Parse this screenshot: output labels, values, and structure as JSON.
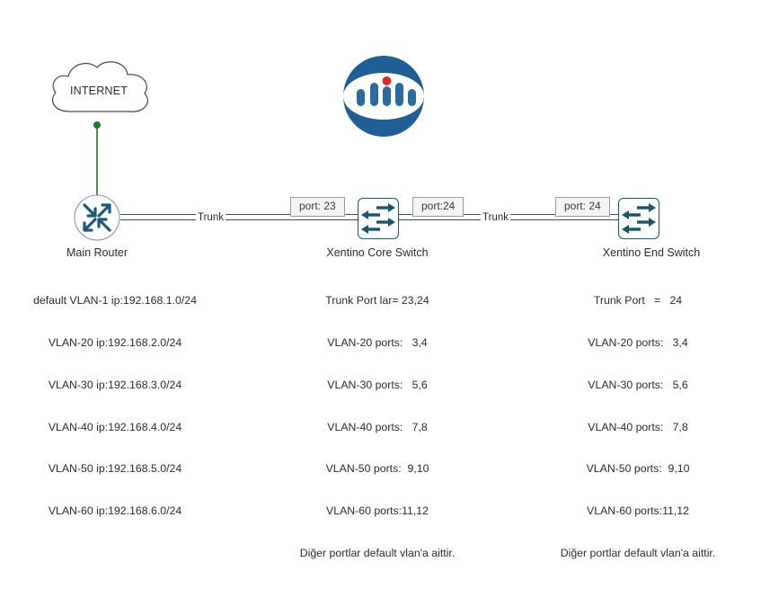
{
  "diagram": {
    "title": "VLAN Network Topology",
    "colors": {
      "logo_blue": "#1f5f96",
      "logo_dot_red": "#e0292b",
      "switch_teal": "#17566e",
      "link_green": "#1d7a1d",
      "trunk_gray": "#3c4a63",
      "badge_bg": "#f4f4f4",
      "badge_border": "#9a9a9a",
      "cloud_stroke": "#4a4a4a",
      "text": "#2b2b2b"
    }
  },
  "cloud": {
    "label": "INTERNET",
    "icon": "cloud-icon"
  },
  "logo": {
    "icon": "xentino-logo-icon",
    "bar_count": 5,
    "has_red_dot": true
  },
  "router": {
    "icon": "router-icon",
    "caption": "Main Router",
    "info_lines": [
      "default VLAN-1 ip:192.168.1.0/24",
      "VLAN-20 ip:192.168.2.0/24",
      "VLAN-30 ip:192.168.3.0/24",
      "VLAN-40 ip:192.168.4.0/24",
      "VLAN-50 ip:192.168.5.0/24",
      "VLAN-60 ip:192.168.6.0/24"
    ]
  },
  "core_switch": {
    "icon": "switch-icon",
    "caption": "Xentino Core Switch",
    "info_lines": [
      "Trunk Port lar= 23,24",
      "VLAN-20 ports:   3,4",
      "VLAN-30 ports:   5,6",
      "VLAN-40 ports:   7,8",
      "VLAN-50 ports:  9,10",
      "VLAN-60 ports:11,12",
      "Diğer portlar default vlan'a aittir."
    ],
    "port_label_left": "port: 23",
    "port_label_right": "port:24"
  },
  "end_switch": {
    "icon": "switch-icon",
    "caption": "Xentino End Switch",
    "info_lines": [
      "Trunk Port   =   24",
      "VLAN-20 ports:   3,4",
      "VLAN-30 ports:   5,6",
      "VLAN-40 ports:   7,8",
      "VLAN-50 ports:  9,10",
      "VLAN-60 ports:11,12",
      "Diğer portlar default vlan'a aittir."
    ],
    "port_label_left": "port: 24"
  },
  "links": {
    "internet_to_router": "",
    "trunk_left_label": "Trunk",
    "trunk_right_label": "Trunk"
  }
}
